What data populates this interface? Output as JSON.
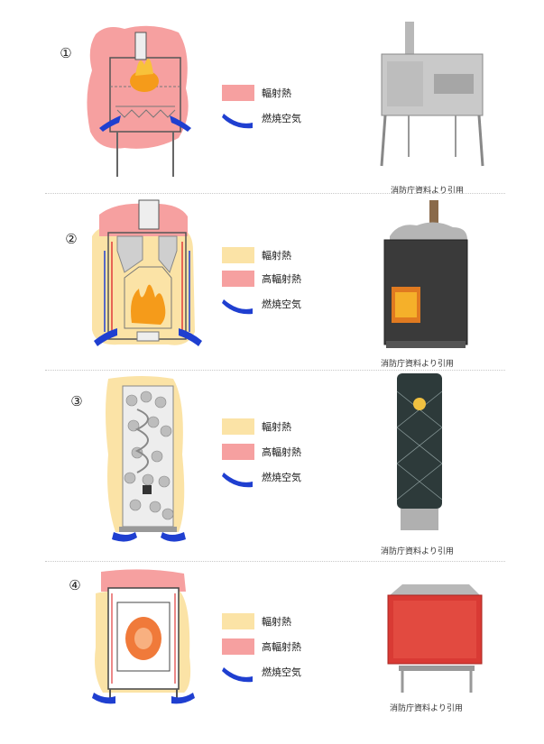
{
  "panels": [
    {
      "number": "①",
      "legend": [
        {
          "label": "輻射熱",
          "swatch": "pink"
        },
        {
          "label": "燃焼空気",
          "swatch": "arrow"
        }
      ],
      "caption": "消防庁資料より引用"
    },
    {
      "number": "②",
      "legend": [
        {
          "label": "輻射熱",
          "swatch": "yellow"
        },
        {
          "label": "高輻射熱",
          "swatch": "pink"
        },
        {
          "label": "燃焼空気",
          "swatch": "arrow"
        }
      ],
      "caption": "消防庁資料より引用"
    },
    {
      "number": "③",
      "legend": [
        {
          "label": "輻射熱",
          "swatch": "yellow"
        },
        {
          "label": "高輻射熱",
          "swatch": "pink"
        },
        {
          "label": "燃焼空気",
          "swatch": "arrow"
        }
      ],
      "caption": "消防庁資料より引用"
    },
    {
      "number": "④",
      "legend": [
        {
          "label": "輻射熱",
          "swatch": "yellow"
        },
        {
          "label": "高輻射熱",
          "swatch": "pink"
        },
        {
          "label": "燃焼空気",
          "swatch": "arrow"
        }
      ],
      "caption": "消防庁資料より引用"
    }
  ],
  "colors": {
    "pink": "#f6a0a0",
    "yellow": "#fbe3a6",
    "arrow": "#1f3fd0",
    "flame": "#f59b1a",
    "steel": "#9a9a9a",
    "red_heater": "#d93a34"
  }
}
